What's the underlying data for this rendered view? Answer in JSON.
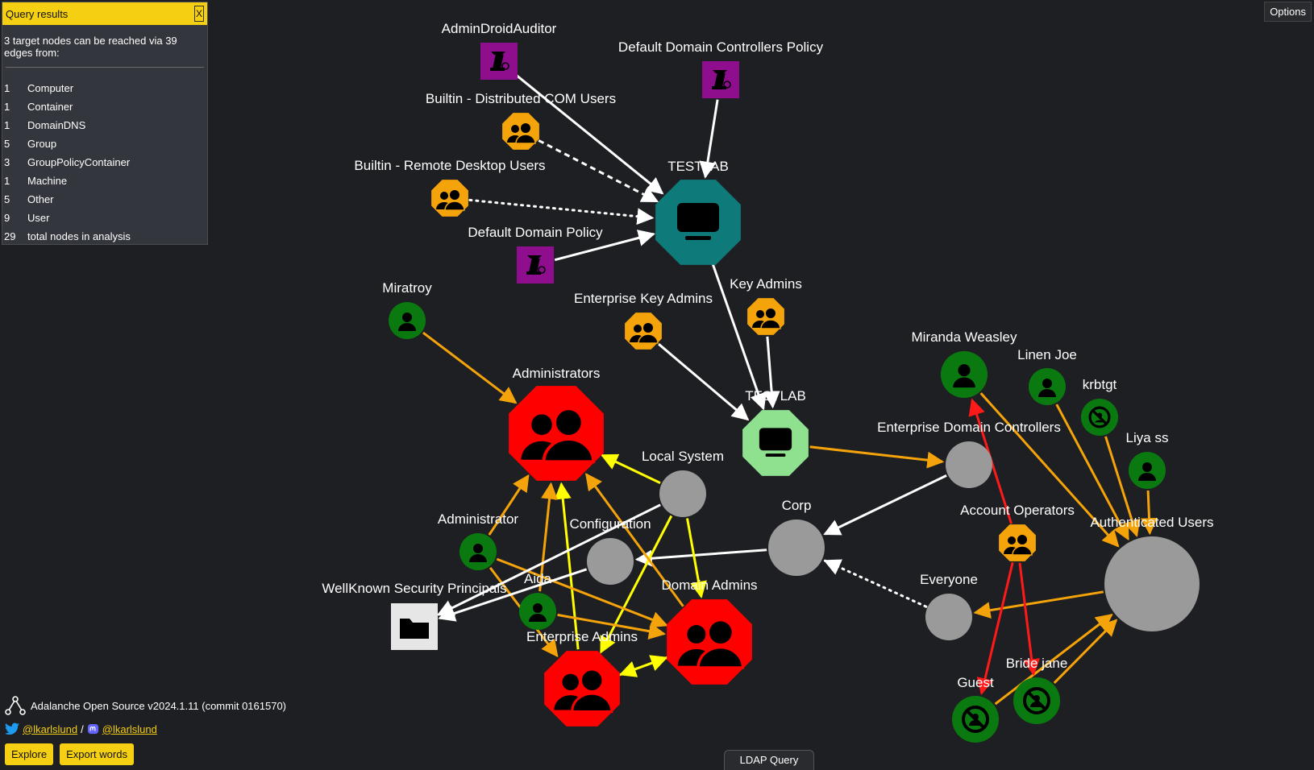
{
  "panel": {
    "title": "Query results",
    "close_label": "X",
    "summary": "3 target nodes can be reached via 39 edges from:",
    "stats": [
      {
        "count": "1",
        "label": "Computer"
      },
      {
        "count": "1",
        "label": "Container"
      },
      {
        "count": "1",
        "label": "DomainDNS"
      },
      {
        "count": "5",
        "label": "Group"
      },
      {
        "count": "3",
        "label": "GroupPolicyContainer"
      },
      {
        "count": "1",
        "label": "Machine"
      },
      {
        "count": "5",
        "label": "Other"
      },
      {
        "count": "9",
        "label": "User"
      },
      {
        "count": "29",
        "label": "total nodes in analysis"
      }
    ]
  },
  "options_label": "Options",
  "graph": {
    "nodes": [
      {
        "id": "admindroid",
        "label": "AdminDroidAuditor",
        "kind": "gpo",
        "color": "#8e0e8e"
      },
      {
        "id": "ddcp",
        "label": "Default Domain Controllers Policy",
        "kind": "gpo",
        "color": "#8e0e8e"
      },
      {
        "id": "dcom",
        "label": "Builtin - Distributed COM Users",
        "kind": "group",
        "color": "#f5a30a"
      },
      {
        "id": "rdp",
        "label": "Builtin - Remote Desktop Users",
        "kind": "group",
        "color": "#f5a30a"
      },
      {
        "id": "testlab_dns",
        "label": "TESTLAB",
        "kind": "computer",
        "color": "#0f7a7a"
      },
      {
        "id": "ddp",
        "label": "Default Domain Policy",
        "kind": "gpo",
        "color": "#8e0e8e"
      },
      {
        "id": "miratroy",
        "label": "Miratroy",
        "kind": "user",
        "color": "#0a7a10"
      },
      {
        "id": "eka",
        "label": "Enterprise Key Admins",
        "kind": "group",
        "color": "#f5a30a"
      },
      {
        "id": "keyadmins",
        "label": "Key Admins",
        "kind": "group",
        "color": "#f5a30a"
      },
      {
        "id": "administrators",
        "label": "Administrators",
        "kind": "group",
        "color": "#ff0000"
      },
      {
        "id": "testlab_machine",
        "label": "TESTLAB",
        "kind": "computer",
        "color": "#8fe08f"
      },
      {
        "id": "miranda",
        "label": "Miranda Weasley",
        "kind": "user",
        "color": "#0a7a10"
      },
      {
        "id": "linen",
        "label": "Linen Joe",
        "kind": "user",
        "color": "#0a7a10"
      },
      {
        "id": "krbtgt",
        "label": "krbtgt",
        "kind": "disabled",
        "color": "#0a7a10"
      },
      {
        "id": "edc",
        "label": "Enterprise Domain Controllers",
        "kind": "other",
        "color": "#9a9a9a"
      },
      {
        "id": "liya",
        "label": "Liya ss",
        "kind": "user",
        "color": "#0a7a10"
      },
      {
        "id": "localsystem",
        "label": "Local System",
        "kind": "other",
        "color": "#9a9a9a"
      },
      {
        "id": "corp",
        "label": "Corp",
        "kind": "other",
        "color": "#9a9a9a"
      },
      {
        "id": "accountops",
        "label": "Account Operators",
        "kind": "group",
        "color": "#f5a30a"
      },
      {
        "id": "authusers",
        "label": "Authenticated Users",
        "kind": "other",
        "color": "#9a9a9a"
      },
      {
        "id": "administrator",
        "label": "Administrator",
        "kind": "user",
        "color": "#0a7a10"
      },
      {
        "id": "configuration",
        "label": "Configuration",
        "kind": "other",
        "color": "#9a9a9a"
      },
      {
        "id": "aida",
        "label": "Aida",
        "kind": "user",
        "color": "#0a7a10"
      },
      {
        "id": "wksp",
        "label": "WellKnown Security Principals",
        "kind": "container",
        "color": "#e6e6e6"
      },
      {
        "id": "domainadmins",
        "label": "Domain Admins",
        "kind": "group",
        "color": "#ff0000"
      },
      {
        "id": "everyone",
        "label": "Everyone",
        "kind": "other",
        "color": "#9a9a9a"
      },
      {
        "id": "entadmins",
        "label": "Enterprise Admins",
        "kind": "group",
        "color": "#ff0000"
      },
      {
        "id": "bride",
        "label": "Bride jane",
        "kind": "disabled",
        "color": "#0a7a10"
      },
      {
        "id": "guest",
        "label": "Guest",
        "kind": "disabled",
        "color": "#0a7a10"
      }
    ],
    "edges": [
      {
        "from": "admindroid",
        "to": "testlab_dns",
        "color": "#ffffff",
        "style": "solid"
      },
      {
        "from": "ddcp",
        "to": "testlab_dns",
        "color": "#ffffff",
        "style": "solid"
      },
      {
        "from": "dcom",
        "to": "testlab_dns",
        "color": "#ffffff",
        "style": "dashed"
      },
      {
        "from": "rdp",
        "to": "testlab_dns",
        "color": "#ffffff",
        "style": "dotted"
      },
      {
        "from": "ddp",
        "to": "testlab_dns",
        "color": "#ffffff",
        "style": "solid"
      },
      {
        "from": "testlab_dns",
        "to": "testlab_machine",
        "color": "#ffffff",
        "style": "solid"
      },
      {
        "from": "keyadmins",
        "to": "testlab_machine",
        "color": "#ffffff",
        "style": "solid"
      },
      {
        "from": "eka",
        "to": "testlab_machine",
        "color": "#ffffff",
        "style": "solid"
      },
      {
        "from": "testlab_machine",
        "to": "edc",
        "color": "#f5a30a",
        "style": "solid"
      },
      {
        "from": "edc",
        "to": "corp",
        "color": "#ffffff",
        "style": "solid"
      },
      {
        "from": "corp",
        "to": "configuration",
        "color": "#ffffff",
        "style": "solid"
      },
      {
        "from": "everyone",
        "to": "corp",
        "color": "#ffffff",
        "style": "dotted"
      },
      {
        "from": "miratroy",
        "to": "administrators",
        "color": "#f5a30a",
        "style": "solid"
      },
      {
        "from": "localsystem",
        "to": "administrators",
        "color": "#ffff00",
        "style": "solid"
      },
      {
        "from": "localsystem",
        "to": "domainadmins",
        "color": "#ffff00",
        "style": "solid"
      },
      {
        "from": "localsystem",
        "to": "entadmins",
        "color": "#ffff00",
        "style": "solid"
      },
      {
        "from": "entadmins",
        "to": "administrators",
        "color": "#ffff00",
        "style": "solid"
      },
      {
        "from": "entadmins",
        "to": "domainadmins",
        "color": "#ffff00",
        "style": "solid"
      },
      {
        "from": "domainadmins",
        "to": "entadmins",
        "color": "#ffff00",
        "style": "solid"
      },
      {
        "from": "domainadmins",
        "to": "administrators",
        "color": "#f5a30a",
        "style": "solid"
      },
      {
        "from": "administrator",
        "to": "administrators",
        "color": "#f5a30a",
        "style": "solid"
      },
      {
        "from": "administrator",
        "to": "domainadmins",
        "color": "#f5a30a",
        "style": "solid"
      },
      {
        "from": "administrator",
        "to": "entadmins",
        "color": "#f5a30a",
        "style": "solid"
      },
      {
        "from": "aida",
        "to": "administrators",
        "color": "#f5a30a",
        "style": "solid"
      },
      {
        "from": "aida",
        "to": "domainadmins",
        "color": "#f5a30a",
        "style": "solid"
      },
      {
        "from": "configuration",
        "to": "wksp",
        "color": "#ffffff",
        "style": "solid"
      },
      {
        "from": "localsystem",
        "to": "wksp",
        "color": "#ffffff",
        "style": "solid"
      },
      {
        "from": "miranda",
        "to": "authusers",
        "color": "#f5a30a",
        "style": "solid"
      },
      {
        "from": "linen",
        "to": "authusers",
        "color": "#f5a30a",
        "style": "solid"
      },
      {
        "from": "krbtgt",
        "to": "authusers",
        "color": "#f5a30a",
        "style": "solid"
      },
      {
        "from": "liya",
        "to": "authusers",
        "color": "#f5a30a",
        "style": "solid"
      },
      {
        "from": "authusers",
        "to": "everyone",
        "color": "#f5a30a",
        "style": "solid"
      },
      {
        "from": "guest",
        "to": "authusers",
        "color": "#f5a30a",
        "style": "solid"
      },
      {
        "from": "bride",
        "to": "authusers",
        "color": "#f5a30a",
        "style": "solid"
      },
      {
        "from": "accountops",
        "to": "miranda",
        "color": "#ff1a1a",
        "style": "solid"
      },
      {
        "from": "accountops",
        "to": "guest",
        "color": "#ff1a1a",
        "style": "solid"
      },
      {
        "from": "accountops",
        "to": "bride",
        "color": "#ff1a1a",
        "style": "solid"
      }
    ]
  },
  "footer": {
    "version": "Adalanche Open Source v2024.1.11 (commit 0161570)",
    "twitter_handle": "@lkarlslund",
    "separator": "/",
    "mastodon_handle": "@lkarlslund",
    "explore_label": "Explore",
    "export_label": "Export words"
  },
  "ldap_tab_label": "LDAP Query"
}
